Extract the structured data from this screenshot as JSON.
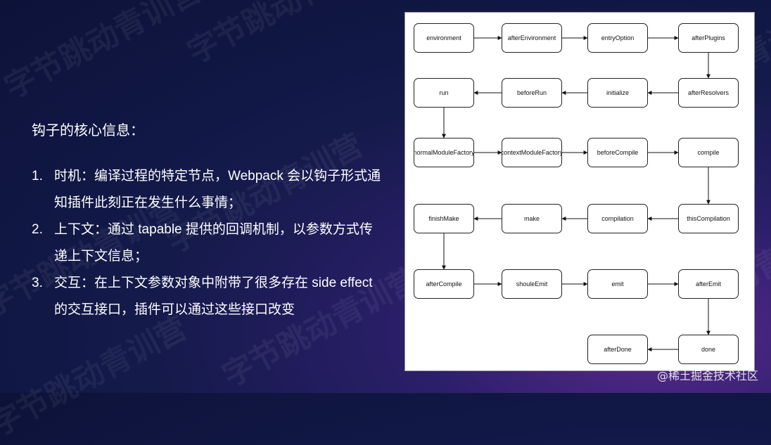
{
  "watermark_text": "字节跳动青训营",
  "heading": "钩子的核心信息：",
  "items": [
    {
      "num": "1.",
      "text": "时机：编译过程的特定节点，Webpack 会以钩子形式通知插件此刻正在发生什么事情；"
    },
    {
      "num": "2.",
      "text": "上下文：通过 tapable 提供的回调机制，以参数方式传递上下文信息；"
    },
    {
      "num": "3.",
      "text": "交互：在上下文参数对象中附带了很多存在 side effect 的交互接口，插件可以通过这些接口改变"
    }
  ],
  "diagram": {
    "nodes": [
      {
        "id": "environment",
        "label": "environment"
      },
      {
        "id": "afterEnvironment",
        "label": "afterEnvironment"
      },
      {
        "id": "entryOption",
        "label": "entryOption"
      },
      {
        "id": "afterPlugins",
        "label": "afterPlugins"
      },
      {
        "id": "afterResolvers",
        "label": "afterResolvers"
      },
      {
        "id": "initialize",
        "label": "initialize"
      },
      {
        "id": "beforeRun",
        "label": "beforeRun"
      },
      {
        "id": "run",
        "label": "run"
      },
      {
        "id": "normalModuleFactory",
        "label": "normalModuleFactory"
      },
      {
        "id": "contextModuleFactory",
        "label": "contextModuleFactory"
      },
      {
        "id": "beforeCompile",
        "label": "beforeCompile"
      },
      {
        "id": "compile",
        "label": "compile"
      },
      {
        "id": "thisCompilation",
        "label": "thisCompilation"
      },
      {
        "id": "compilation",
        "label": "compilation"
      },
      {
        "id": "make",
        "label": "make"
      },
      {
        "id": "finishMake",
        "label": "finishMake"
      },
      {
        "id": "afterCompile",
        "label": "afterCompile"
      },
      {
        "id": "shouleEmit",
        "label": "shouleEmit"
      },
      {
        "id": "emit",
        "label": "emit"
      },
      {
        "id": "afterEmit",
        "label": "afterEmit"
      },
      {
        "id": "done",
        "label": "done"
      },
      {
        "id": "afterDone",
        "label": "afterDone"
      }
    ],
    "edges": [
      [
        "environment",
        "afterEnvironment"
      ],
      [
        "afterEnvironment",
        "entryOption"
      ],
      [
        "entryOption",
        "afterPlugins"
      ],
      [
        "afterPlugins",
        "afterResolvers"
      ],
      [
        "afterResolvers",
        "initialize"
      ],
      [
        "initialize",
        "beforeRun"
      ],
      [
        "beforeRun",
        "run"
      ],
      [
        "run",
        "normalModuleFactory"
      ],
      [
        "normalModuleFactory",
        "contextModuleFactory"
      ],
      [
        "contextModuleFactory",
        "beforeCompile"
      ],
      [
        "beforeCompile",
        "compile"
      ],
      [
        "compile",
        "thisCompilation"
      ],
      [
        "thisCompilation",
        "compilation"
      ],
      [
        "compilation",
        "make"
      ],
      [
        "make",
        "finishMake"
      ],
      [
        "finishMake",
        "afterCompile"
      ],
      [
        "afterCompile",
        "shouleEmit"
      ],
      [
        "shouleEmit",
        "emit"
      ],
      [
        "emit",
        "afterEmit"
      ],
      [
        "afterEmit",
        "done"
      ],
      [
        "done",
        "afterDone"
      ]
    ]
  },
  "credit": "@稀土掘金技术社区"
}
